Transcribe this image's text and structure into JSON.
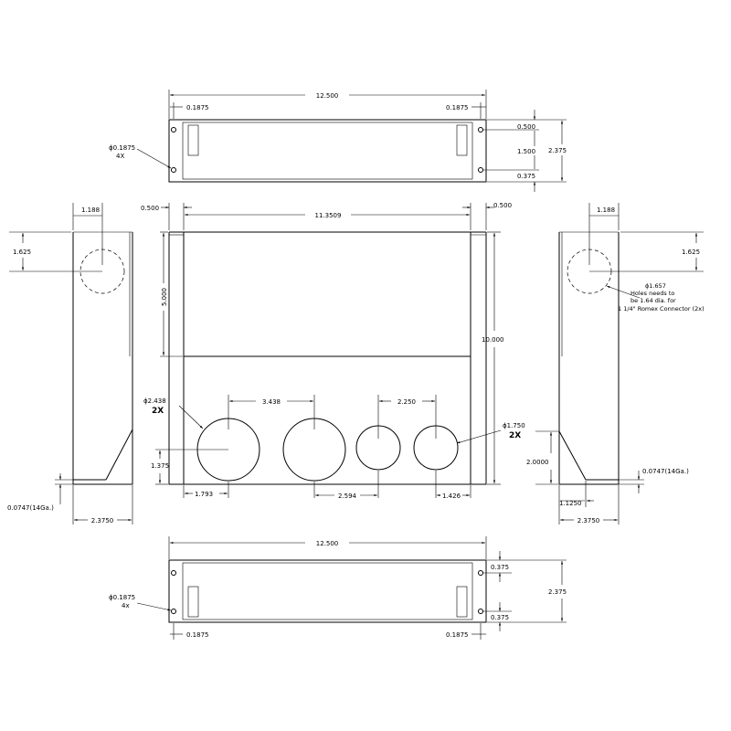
{
  "top_view": {
    "overall_width": "12.500",
    "left_hole_offset": "0.1875",
    "right_hole_offset": "0.1875",
    "hole_callout": "ϕ0.1875",
    "hole_qty": "4X",
    "dim_top": "0.500",
    "dim_mid": "1.500",
    "dim_bot": "0.375",
    "overall_height": "2.375"
  },
  "front_view": {
    "left_flange": "0.500",
    "inner_width": "11.3509",
    "right_flange": "0.500",
    "upper_height": "5.000",
    "overall_height": "10.000",
    "hole_spacing_a": "3.438",
    "hole_spacing_b": "2.250",
    "large_hole_callout": "ϕ2.438",
    "large_hole_qty": "2X",
    "small_hole_callout": "ϕ1.750",
    "small_hole_qty": "2X",
    "hole_center_height": "1.375",
    "left_offset": "1.793",
    "center_gap": "2.594",
    "right_offset": "1.426"
  },
  "left_side": {
    "width_top": "1.188",
    "height_top": "1.625",
    "thickness": "0.0747(14Ga.)",
    "overall_width": "2.3750"
  },
  "right_side": {
    "width_top": "1.188",
    "height_top": "1.625",
    "hole_callout": "ϕ1.657",
    "hole_note_1": "Holes needs to",
    "hole_note_2": "be 1.64 dia. for",
    "hole_note_3": "1 1/4\" Romex Connector (2x)",
    "chamfer_height": "2.0000",
    "thickness": "0.0747(14Ga.)",
    "bottom_offset": "1.1250",
    "overall_width": "2.3750"
  },
  "bottom_view": {
    "overall_width": "12.500",
    "hole_callout": "ϕ0.1875",
    "hole_qty": "4x",
    "left_hole_offset": "0.1875",
    "right_hole_offset": "0.1875",
    "dim_top": "0.375",
    "dim_bot": "0.375",
    "overall_height": "2.375"
  }
}
